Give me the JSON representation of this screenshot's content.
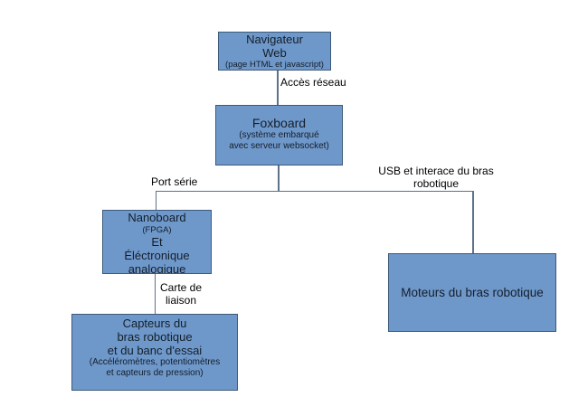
{
  "diagram": {
    "colors": {
      "box_fill": "#6f98ca",
      "box_border": "#3c5a78",
      "line": "#5c7288",
      "text": "#141e2a",
      "label_text": "#000000",
      "bg": "#ffffff"
    },
    "nodes": {
      "navigateur": {
        "line1": "Navigateur",
        "line2": "Web",
        "sub": "(page HTML et javascript)"
      },
      "foxboard": {
        "title": "Foxboard",
        "sub1": "(système embarqué",
        "sub2": "avec serveur websocket)"
      },
      "nanoboard": {
        "line1": "Nanoboard",
        "line2": "(FPGA)",
        "line3": "Et",
        "line4": "Éléctronique",
        "line5": "analogique"
      },
      "capteurs": {
        "line1": "Capteurs du",
        "line2": "bras robotique",
        "line3": "et du banc d'essai",
        "sub1": "(Accéléromètres, potentiomètres",
        "sub2": "et capteurs de pression)"
      },
      "moteurs": {
        "title": "Moteurs du bras robotique"
      }
    },
    "labels": {
      "acces_reseau": "Accès réseau",
      "port_serie": "Port série",
      "usb_line1": "USB et interace du bras",
      "usb_line2": "robotique",
      "carte_line1": "Carte de",
      "carte_line2": "liaison"
    }
  }
}
